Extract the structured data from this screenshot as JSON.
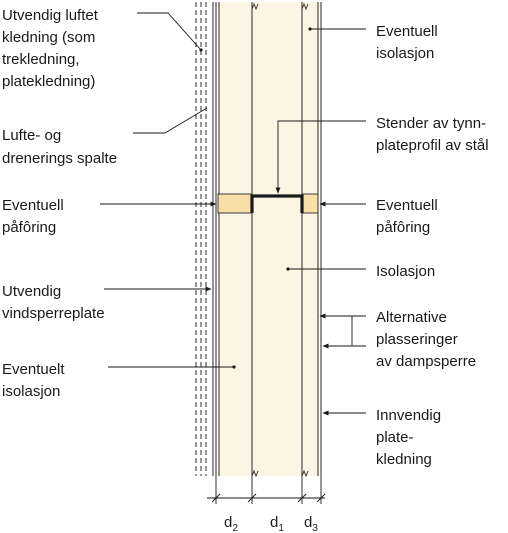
{
  "colors": {
    "insulation": "#fbf6e3",
    "battens": "#f7dfa7",
    "lines": "#1a1a1a"
  },
  "labels": {
    "outer_cladding": [
      "Utvendig luftet",
      "kledning (som",
      "trekledning,",
      "platekledning)"
    ],
    "ventilation_gap": [
      "Lufte- og",
      "drenerings spalte"
    ],
    "left_furring": [
      "Eventuell",
      "påfôring"
    ],
    "wind_barrier": [
      "Utvendig",
      "vindsperreplate"
    ],
    "left_insulation": [
      "Eventuelt",
      "isolasjon"
    ],
    "right_top_insulation": [
      "Eventuell",
      "isolasjon"
    ],
    "stud": [
      "Stender av tynn-",
      "plateprofil av stål"
    ],
    "right_furring": [
      "Eventuell",
      "påfôring"
    ],
    "center_insulation": [
      "Isolasjon"
    ],
    "vapor_barrier": [
      "Alternative",
      "plasseringer",
      "av dampsperre"
    ],
    "inner_cladding": [
      "Innvendig",
      "plate-",
      "kledning"
    ]
  },
  "dimensions": {
    "d2": {
      "base": "d",
      "sub": "2"
    },
    "d1": {
      "base": "d",
      "sub": "1"
    },
    "d3": {
      "base": "d",
      "sub": "3"
    }
  }
}
